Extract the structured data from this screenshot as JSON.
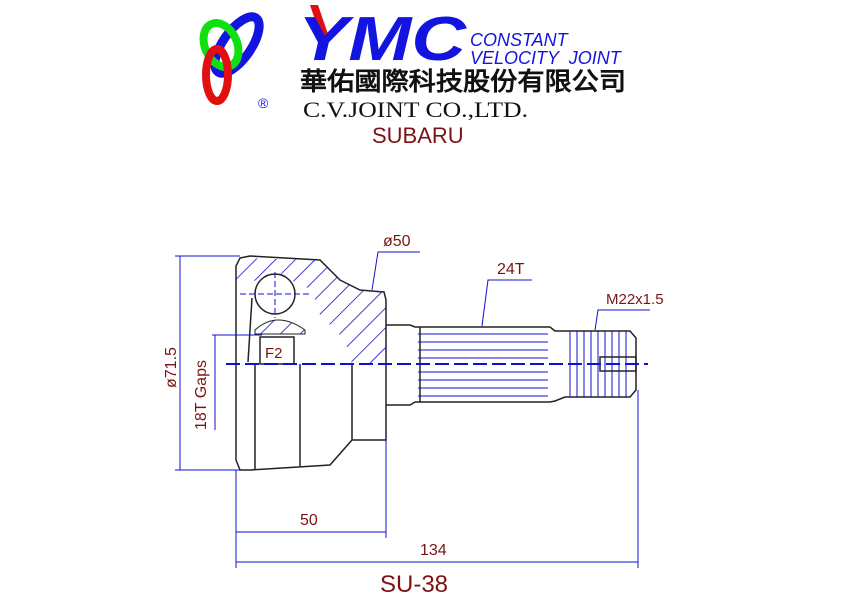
{
  "header": {
    "logo_text": "YMC",
    "tagline_line1": "CONSTANT",
    "tagline_line2": "VELOCITY  JOINT",
    "company_chinese": "華佑國際科技股份有限公司",
    "company_english": "C.V.JOINT CO.,LTD.",
    "registered_mark": "®",
    "brand": "SUBARU"
  },
  "drawing": {
    "outer_diameter": "ø71.5",
    "inner_spline": "18T Gaps",
    "marker": "F2",
    "neck_diameter": "ø50",
    "spline_teeth": "24T",
    "thread": "M22x1.5",
    "length_bell": "50",
    "length_total": "134",
    "part_number": "SU-38"
  },
  "colors": {
    "line": "#1010d0",
    "dimension_text": "#7a1414",
    "logo_blue": "#1414e0",
    "logo_red": "#e01010",
    "logo_green": "#10e010"
  }
}
